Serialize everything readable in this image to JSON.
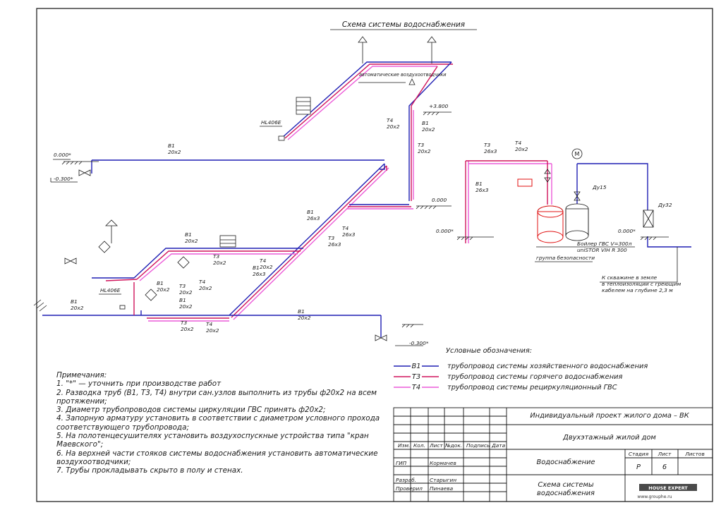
{
  "drawing": {
    "title": "Схема системы водоснабжения",
    "colors": {
      "B1": "#1f1fb4",
      "T3": "#d0135b",
      "T4": "#ec5bd8",
      "line": "#1a1a1a",
      "red": "#e01010"
    },
    "riser_labels": {
      "t4_20": "Т4",
      "t4_20_sub": "20х2",
      "b1_20": "В1",
      "b1_20_sub": "20х2",
      "t3_20": "Т3",
      "t3_20_sub": "20х2",
      "b1_26": "В1",
      "b1_26_sub": "26х3",
      "t4_26": "Т4",
      "t4_26_sub": "26х3",
      "t3_26": "Т3",
      "t3_26_sub": "26х3",
      "b1_top": "В1",
      "b1_top_sub": "20х2",
      "b1_bottom": "В1",
      "b1_bottom_sub": "20х2",
      "b1_left": "В1",
      "b1_left_sub": "20х2",
      "b1_mid_a": "В1",
      "b1_mid_a_sub": "20х2",
      "b1_mid_b": "В1",
      "b1_mid_b_sub": "20х2",
      "b1_mid_c": "В1",
      "b1_mid_c_sub": "20х2",
      "t3_mid_a": "Т3",
      "t3_mid_a_sub": "20х2",
      "t3_mid_b": "Т3",
      "t3_mid_b_sub": "20х2",
      "t3_mid_c": "Т3",
      "t3_mid_c_sub": "20х2",
      "t4_mid_a": "Т4",
      "t4_mid_a_sub": "20х2",
      "t4_mid_b": "Т4",
      "t4_mid_b_sub": "20х2",
      "t4_mid_c": "Т4",
      "t4_mid_c_sub": "20х2",
      "b1_riser": "В1",
      "b1_riser_sub": "26х3",
      "t4_riser": "Т4",
      "t4_riser_sub": "26х3",
      "t3_riser": "Т3",
      "t3_riser_sub": "26х3",
      "t3_boiler": "Т3",
      "t3_boiler_sub": "26х3",
      "t4_boiler": "Т4",
      "t4_boiler_sub": "20х2",
      "b1_boiler": "В1",
      "b1_boiler_sub": "26х3"
    },
    "elevations": {
      "plus3800": "+3.800",
      "zero_left": "0.000*",
      "minus300_left": "-0.300*",
      "zero_center": "0.000",
      "zero_boiler": "0.000*",
      "zero_right": "0.000*",
      "minus300_bottom": "-0.300*"
    },
    "devices": {
      "hl406e_top": "HL406E",
      "hl406e_bottom": "HL406E",
      "air_vents": "автоматические воздухоотводчики",
      "du15": "Ду15",
      "du32": "Ду32",
      "boiler_line1": "Бойлер ГВС V=300л",
      "boiler_line2": "uniSTOR VIH R 300",
      "safety_group": "группа безопасности",
      "well_line1": "К скважине в земле",
      "well_line2": "в теплоизоляции с греющим",
      "well_line3": "кабелем на глубине 2,3 м",
      "motor_symbol": "M"
    }
  },
  "legend": {
    "title": "Условные обозначения:",
    "items": [
      {
        "code": "В1",
        "text": "трубопровод системы хозяйственного водоснабжения"
      },
      {
        "code": "Т3",
        "text": "трубопровод системы горячего водоснабжения"
      },
      {
        "code": "Т4",
        "text": "трубопровод системы рециркуляционный ГВС"
      }
    ]
  },
  "notes": {
    "heading": "Примечания:",
    "items": [
      "1. \"*\" — уточнить при производстве работ",
      "2. Разводка труб (В1, Т3, Т4) внутри сан.узлов выполнить из трубы ф20х2 на всем протяжении;",
      "3. Диаметр трубопроводов системы циркуляции ГВС принять ф20х2;",
      "4. Запорную арматуру установить в соответствии с диаметром условного прохода соответствующего трубопровода;",
      "5. На полотенцесушителях установить воздухоспускные устройства типа \"кран Маевского\";",
      "6. На верхней части стояков системы водоснабжения установить автоматические воздухоотводчики;",
      "7. Трубы прокладывать скрыто в полу и стенах."
    ]
  },
  "title_block": {
    "project": "Индивидуальный проект жилого дома – ВК",
    "object": "Двухэтажный жилой дом",
    "section": "Водоснабжение",
    "sheet_title_1": "Схема системы",
    "sheet_title_2": "водоснабжения",
    "headers": [
      "Изм.",
      "Кол.",
      "Лист",
      "№док.",
      "Подпись",
      "Дата"
    ],
    "stage_label": "Стадия",
    "sheet_label": "Лист",
    "sheets_label": "Листов",
    "stage": "Р",
    "sheet": "6",
    "sheets": "",
    "roles": [
      {
        "role": "ГИП",
        "name": "Кормачев"
      },
      {
        "role": "Разраб.",
        "name": "Старыгин"
      },
      {
        "role": "Проверил",
        "name": "Пинаева"
      }
    ],
    "logo_text": "HOUSE EXPERT",
    "logo_url": "www.grouphe.ru"
  }
}
